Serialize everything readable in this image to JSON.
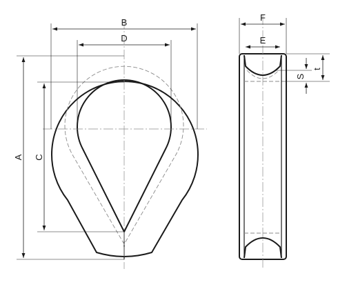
{
  "dimensions": {
    "A": "A",
    "B": "B",
    "C": "C",
    "D": "D",
    "E": "E",
    "F": "F",
    "S": "S",
    "t": "t"
  }
}
